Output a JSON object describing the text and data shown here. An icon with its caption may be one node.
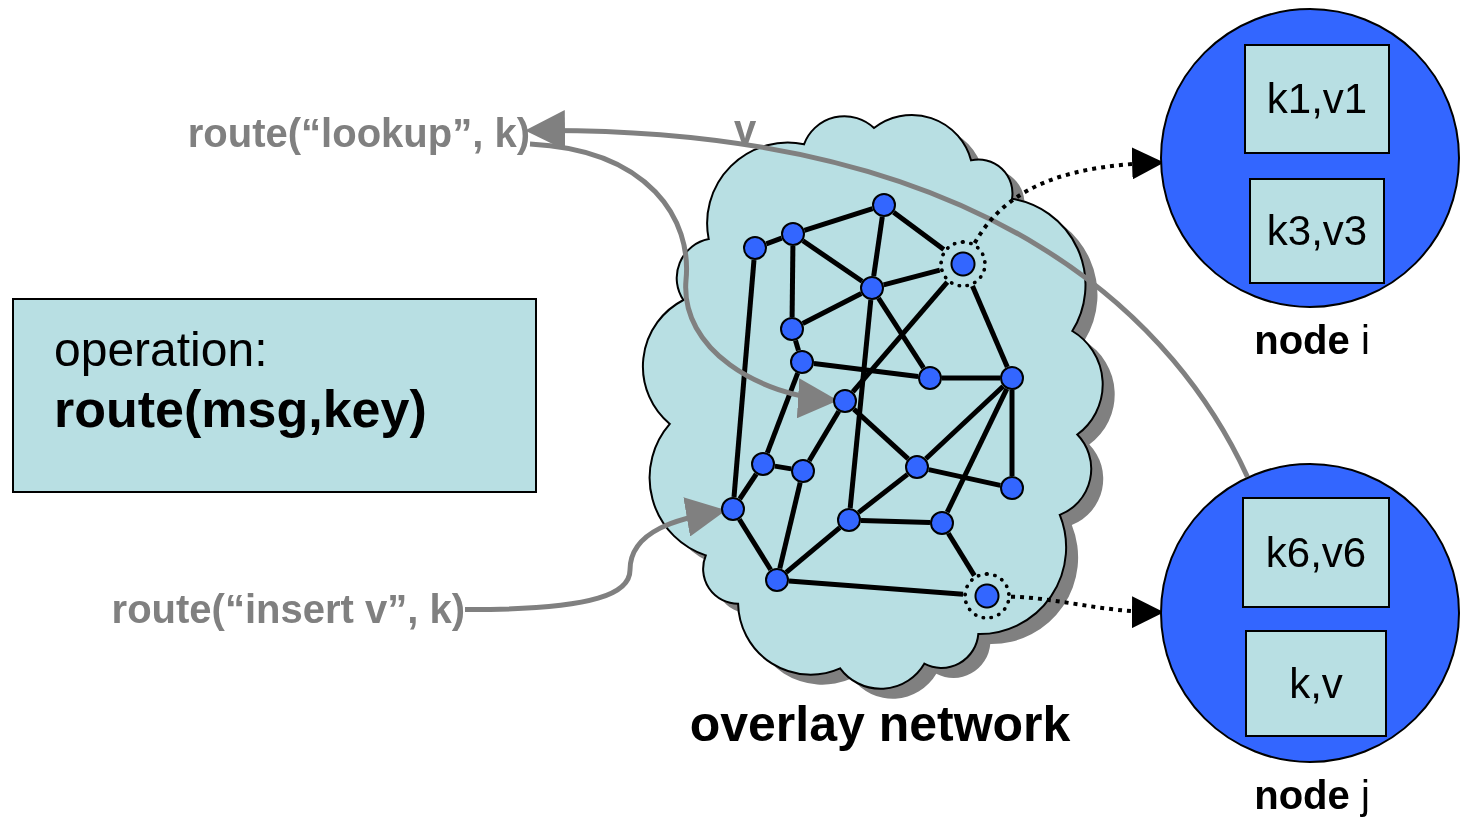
{
  "diagram": {
    "nodes": [
      {
        "text": [
          "operation:",
          "route(msg,key)"
        ]
      },
      {
        "text": [
          "route(“lookup”, k)"
        ]
      },
      {
        "text": [
          "route(“insert v”, k)"
        ]
      },
      {
        "text": [
          "overlay network"
        ]
      },
      {
        "text": [],
        "shape": "circle",
        "in": 3
      },
      {
        "text": [],
        "shape": "circle",
        "in": 3
      },
      {
        "text": [],
        "shape": "circle",
        "in": 3
      },
      {
        "text": [],
        "shape": "circle",
        "in": 3
      },
      {
        "text": [],
        "shape": "circle",
        "in": 3
      },
      {
        "text": [],
        "shape": "circle",
        "in": 3
      },
      {
        "text": [],
        "shape": "circle",
        "in": 3
      },
      {
        "text": [],
        "shape": "circle",
        "in": 3
      },
      {
        "text": [],
        "shape": "circle",
        "in": 3
      },
      {
        "text": [],
        "shape": "circle",
        "in": 3
      },
      {
        "text": [],
        "shape": "circle",
        "in": 3
      },
      {
        "text": [],
        "shape": "circle",
        "in": 3
      },
      {
        "text": [],
        "shape": "circle",
        "in": 3
      },
      {
        "text": [],
        "shape": "circle",
        "in": 3
      },
      {
        "text": [],
        "shape": "circle",
        "in": 3
      },
      {
        "text": [],
        "shape": "circle",
        "in": 3
      },
      {
        "text": [],
        "shape": "circle",
        "in": 3
      },
      {
        "text": [],
        "shape": "circle",
        "in": 3
      },
      {
        "text": [],
        "shape": "circle",
        "in": 3
      },
      {
        "text": [
          "**node** i"
        ]
      },
      {
        "text": [
          "k1,v1"
        ],
        "in": 23
      },
      {
        "text": [
          "k3,v3"
        ],
        "in": 23
      },
      {
        "text": [
          "**node** j"
        ]
      },
      {
        "text": [
          "k6,v6"
        ],
        "in": 26
      },
      {
        "text": [
          "k,v"
        ],
        "in": 26
      }
    ],
    "edges": [
      {
        "from": 4,
        "to": 5,
        "arrow": "none"
      },
      {
        "from": 4,
        "to": 18,
        "arrow": "none"
      },
      {
        "from": 5,
        "to": 6,
        "arrow": "none"
      },
      {
        "from": 5,
        "to": 8,
        "arrow": "none"
      },
      {
        "from": 5,
        "to": 9,
        "arrow": "none"
      },
      {
        "from": 6,
        "to": 8,
        "arrow": "none"
      },
      {
        "from": 6,
        "to": 7,
        "arrow": "none"
      },
      {
        "from": 8,
        "to": 7,
        "arrow": "none"
      },
      {
        "from": 8,
        "to": 9,
        "arrow": "none"
      },
      {
        "from": 8,
        "to": 19,
        "arrow": "none"
      },
      {
        "from": 8,
        "to": 11,
        "arrow": "none"
      },
      {
        "from": 7,
        "to": 13,
        "arrow": "none"
      },
      {
        "from": 7,
        "to": 12,
        "arrow": "none"
      },
      {
        "from": 12,
        "to": 17,
        "arrow": "none"
      },
      {
        "from": 9,
        "to": 10,
        "arrow": "none"
      },
      {
        "from": 10,
        "to": 11,
        "arrow": "none"
      },
      {
        "from": 11,
        "to": 12,
        "arrow": "none"
      },
      {
        "from": 10,
        "to": 14,
        "arrow": "none"
      },
      {
        "from": 12,
        "to": 16,
        "arrow": "none"
      },
      {
        "from": 12,
        "to": 20,
        "arrow": "none"
      },
      {
        "from": 13,
        "to": 16,
        "arrow": "none"
      },
      {
        "from": 13,
        "to": 15,
        "arrow": "none"
      },
      {
        "from": 14,
        "to": 15,
        "arrow": "none"
      },
      {
        "from": 14,
        "to": 18,
        "arrow": "none"
      },
      {
        "from": 15,
        "to": 21,
        "arrow": "none"
      },
      {
        "from": 18,
        "to": 21,
        "arrow": "none"
      },
      {
        "from": 21,
        "to": 19,
        "arrow": "none"
      },
      {
        "from": 19,
        "to": 16,
        "arrow": "none"
      },
      {
        "from": 19,
        "to": 20,
        "arrow": "none"
      },
      {
        "from": 16,
        "to": 17,
        "arrow": "none"
      },
      {
        "from": 20,
        "to": 22,
        "arrow": "none"
      },
      {
        "from": 21,
        "to": 22,
        "arrow": "none"
      },
      {
        "from": 1,
        "to": 13,
        "arrow": "to",
        "color": "#808080"
      },
      {
        "from": 2,
        "to": 18,
        "arrow": "to",
        "color": "#808080"
      },
      {
        "from": 26,
        "to": 1,
        "arrow": "to",
        "label": "v",
        "color": "#808080"
      },
      {
        "from": 7,
        "to": 23,
        "arrow": "to",
        "style": "dashed"
      },
      {
        "from": 22,
        "to": 26,
        "arrow": "to",
        "style": "dashed"
      }
    ]
  }
}
